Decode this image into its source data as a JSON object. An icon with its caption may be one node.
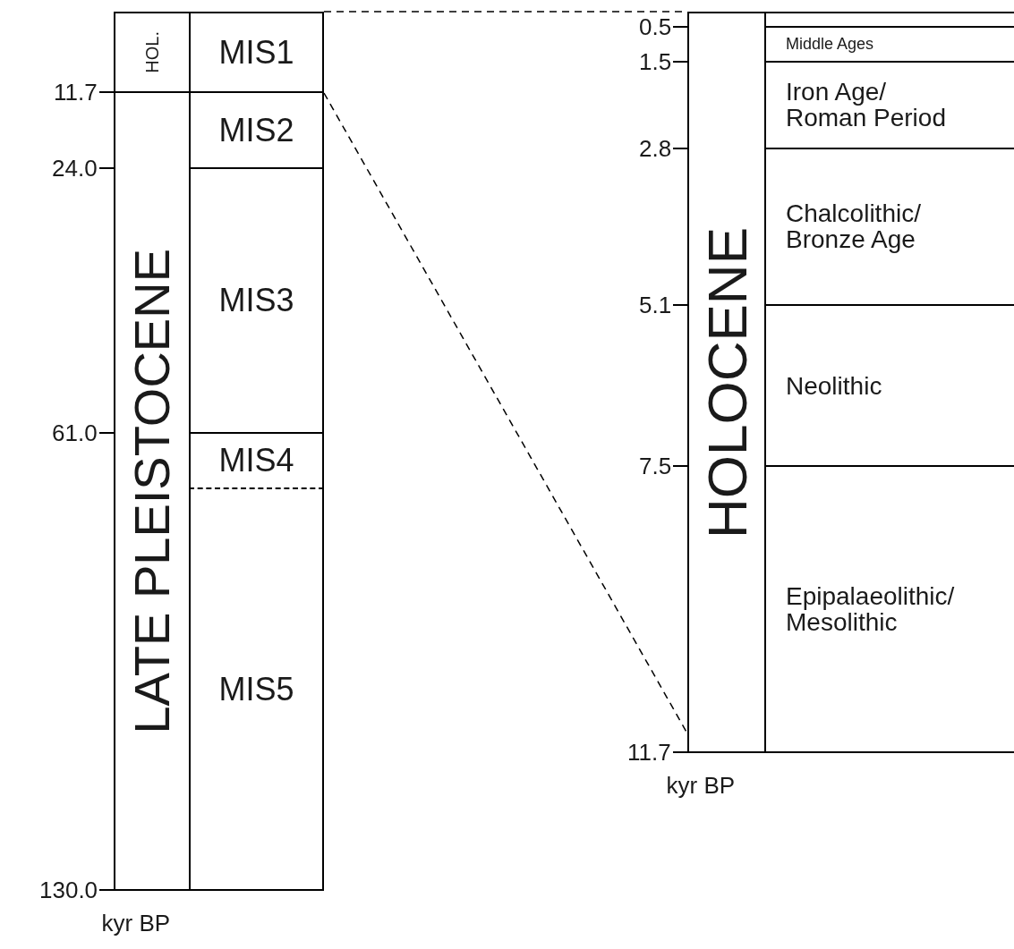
{
  "diagram": {
    "nodes": [
      {
        "text": [
          "HOL."
        ]
      },
      {
        "text": [
          "MIS1"
        ]
      },
      {
        "text": [
          "LATE PLEISTOCENE"
        ]
      },
      {
        "text": [
          "MIS2"
        ]
      },
      {
        "text": [
          "MIS3"
        ]
      },
      {
        "text": [
          "MIS4"
        ]
      },
      {
        "text": [
          "MIS5"
        ]
      },
      {
        "text": [],
        "shape": "box"
      },
      {
        "text": [
          "Middle Ages"
        ]
      },
      {
        "text": [
          "Iron Age/ Roman Period"
        ]
      },
      {
        "text": [
          "HOLOCENE"
        ]
      },
      {
        "text": [
          "Chalcolithic/ Bronze Age"
        ]
      },
      {
        "text": [
          "Neolithic"
        ]
      },
      {
        "text": [
          "Epipalaeolithic/ Mesolithic"
        ]
      }
    ],
    "edges": [
      {
        "from": 1,
        "to": 10,
        "arrow": "none",
        "style": "dashed"
      },
      {
        "from": 1,
        "to": 10,
        "arrow": "none",
        "style": "dashed"
      }
    ],
    "labels": [
      "11.7",
      "24.0",
      "61.0",
      "130.0",
      "kyr BP",
      "0.5",
      "1.5",
      "2.8",
      "5.1",
      "7.5",
      "11.7",
      "kyr BP"
    ]
  }
}
